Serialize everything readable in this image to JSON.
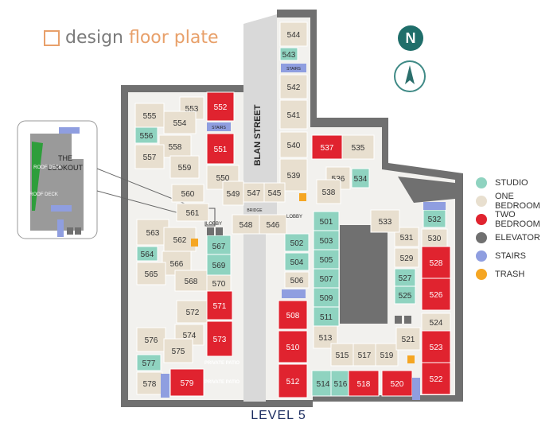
{
  "header": {
    "logo_text_a": "design",
    "logo_text_b": "floor plate"
  },
  "compass": {
    "label": "N",
    "icon": "north-arrow-icon"
  },
  "legend": [
    {
      "label": "STUDIO",
      "color": "#8fd3c0"
    },
    {
      "label": "ONE BEDROOM",
      "color": "#e8dfcf"
    },
    {
      "label": "TWO BEDROOM",
      "color": "#e0232f"
    },
    {
      "label": "ELEVATOR",
      "color": "#707070"
    },
    {
      "label": "STAIRS",
      "color": "#8f9ee0"
    },
    {
      "label": "TRASH",
      "color": "#f5a623"
    }
  ],
  "inset": {
    "title_1": "THE",
    "title_2": "LOOKOUT",
    "roof_deck_1": "ROOF DECK",
    "roof_deck_2": "ROOF DECK",
    "stairs_1": "STAIRS",
    "stairs_2": "STAIRS",
    "stairs_3": "STAIRS",
    "elev": "E E"
  },
  "labels": {
    "street": "BLAN STREET",
    "lobby_1": "LOBBY",
    "lobby_2": "LOBBY",
    "bridge": "BRIDGE",
    "private_patio_1": "PRIVATE PATIO",
    "private_patio_2": "PRIVATE PATIO",
    "trash": "T",
    "elevator": "E"
  },
  "units": [
    {
      "id": "544",
      "type": "one"
    },
    {
      "id": "543",
      "type": "studio"
    },
    {
      "id": "542",
      "type": "one"
    },
    {
      "id": "541",
      "type": "one"
    },
    {
      "id": "540",
      "type": "one"
    },
    {
      "id": "539",
      "type": "one"
    },
    {
      "id": "537",
      "type": "two"
    },
    {
      "id": "535",
      "type": "one"
    },
    {
      "id": "536",
      "type": "one"
    },
    {
      "id": "534",
      "type": "studio"
    },
    {
      "id": "538",
      "type": "one"
    },
    {
      "id": "553",
      "type": "one"
    },
    {
      "id": "555",
      "type": "one"
    },
    {
      "id": "554",
      "type": "one"
    },
    {
      "id": "552",
      "type": "two"
    },
    {
      "id": "556",
      "type": "studio"
    },
    {
      "id": "558",
      "type": "one"
    },
    {
      "id": "551",
      "type": "two"
    },
    {
      "id": "557",
      "type": "one"
    },
    {
      "id": "559",
      "type": "one"
    },
    {
      "id": "550",
      "type": "one"
    },
    {
      "id": "549",
      "type": "one"
    },
    {
      "id": "547",
      "type": "one"
    },
    {
      "id": "545",
      "type": "one"
    },
    {
      "id": "560",
      "type": "one"
    },
    {
      "id": "561",
      "type": "one"
    },
    {
      "id": "548",
      "type": "one"
    },
    {
      "id": "546",
      "type": "one"
    },
    {
      "id": "563",
      "type": "one"
    },
    {
      "id": "562",
      "type": "one"
    },
    {
      "id": "567",
      "type": "studio"
    },
    {
      "id": "564",
      "type": "studio"
    },
    {
      "id": "569",
      "type": "studio"
    },
    {
      "id": "566",
      "type": "one"
    },
    {
      "id": "565",
      "type": "one"
    },
    {
      "id": "568",
      "type": "one"
    },
    {
      "id": "570",
      "type": "one"
    },
    {
      "id": "572",
      "type": "one"
    },
    {
      "id": "571",
      "type": "two"
    },
    {
      "id": "574",
      "type": "one"
    },
    {
      "id": "576",
      "type": "one"
    },
    {
      "id": "575",
      "type": "one"
    },
    {
      "id": "573",
      "type": "two"
    },
    {
      "id": "577",
      "type": "studio"
    },
    {
      "id": "578",
      "type": "one"
    },
    {
      "id": "579",
      "type": "two"
    },
    {
      "id": "501",
      "type": "studio"
    },
    {
      "id": "502",
      "type": "studio"
    },
    {
      "id": "503",
      "type": "studio"
    },
    {
      "id": "504",
      "type": "studio"
    },
    {
      "id": "505",
      "type": "studio"
    },
    {
      "id": "506",
      "type": "one"
    },
    {
      "id": "507",
      "type": "studio"
    },
    {
      "id": "509",
      "type": "studio"
    },
    {
      "id": "511",
      "type": "studio"
    },
    {
      "id": "508",
      "type": "two"
    },
    {
      "id": "510",
      "type": "two"
    },
    {
      "id": "512",
      "type": "two"
    },
    {
      "id": "513",
      "type": "one"
    },
    {
      "id": "515",
      "type": "one"
    },
    {
      "id": "517",
      "type": "one"
    },
    {
      "id": "519",
      "type": "one"
    },
    {
      "id": "521",
      "type": "one"
    },
    {
      "id": "514",
      "type": "studio"
    },
    {
      "id": "516",
      "type": "studio"
    },
    {
      "id": "518",
      "type": "two"
    },
    {
      "id": "520",
      "type": "two"
    },
    {
      "id": "522",
      "type": "two"
    },
    {
      "id": "523",
      "type": "two"
    },
    {
      "id": "524",
      "type": "one"
    },
    {
      "id": "525",
      "type": "studio"
    },
    {
      "id": "526",
      "type": "two"
    },
    {
      "id": "527",
      "type": "studio"
    },
    {
      "id": "528",
      "type": "two"
    },
    {
      "id": "529",
      "type": "one"
    },
    {
      "id": "530",
      "type": "one"
    },
    {
      "id": "531",
      "type": "one"
    },
    {
      "id": "532",
      "type": "studio"
    },
    {
      "id": "533",
      "type": "one"
    }
  ],
  "footer": {
    "level": "LEVEL 5"
  }
}
